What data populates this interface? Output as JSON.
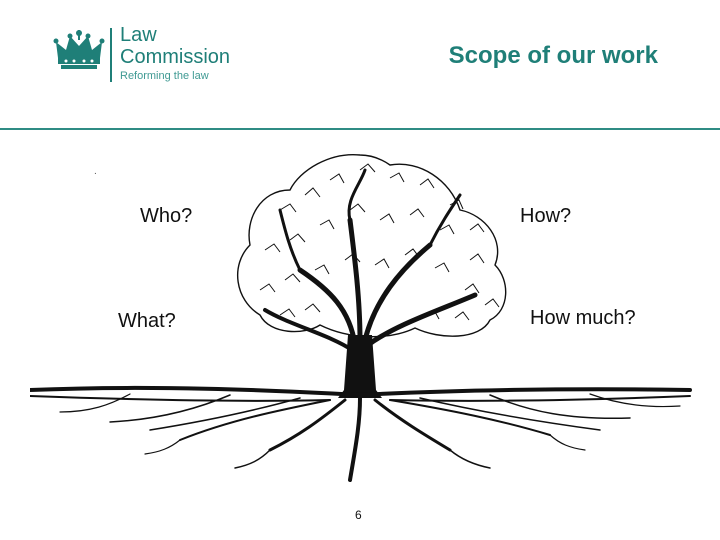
{
  "header": {
    "brand_line1": "Law",
    "brand_line2": "Commission",
    "brand_tagline": "Reforming the law",
    "title": "Scope of our work"
  },
  "questions": {
    "who": "Who?",
    "how": "How?",
    "what": "What?",
    "how_much": "How much?"
  },
  "page_number": "6",
  "colors": {
    "brand_teal": "#1f7f78",
    "rule": "#2f8c84",
    "tree": "#111111"
  }
}
